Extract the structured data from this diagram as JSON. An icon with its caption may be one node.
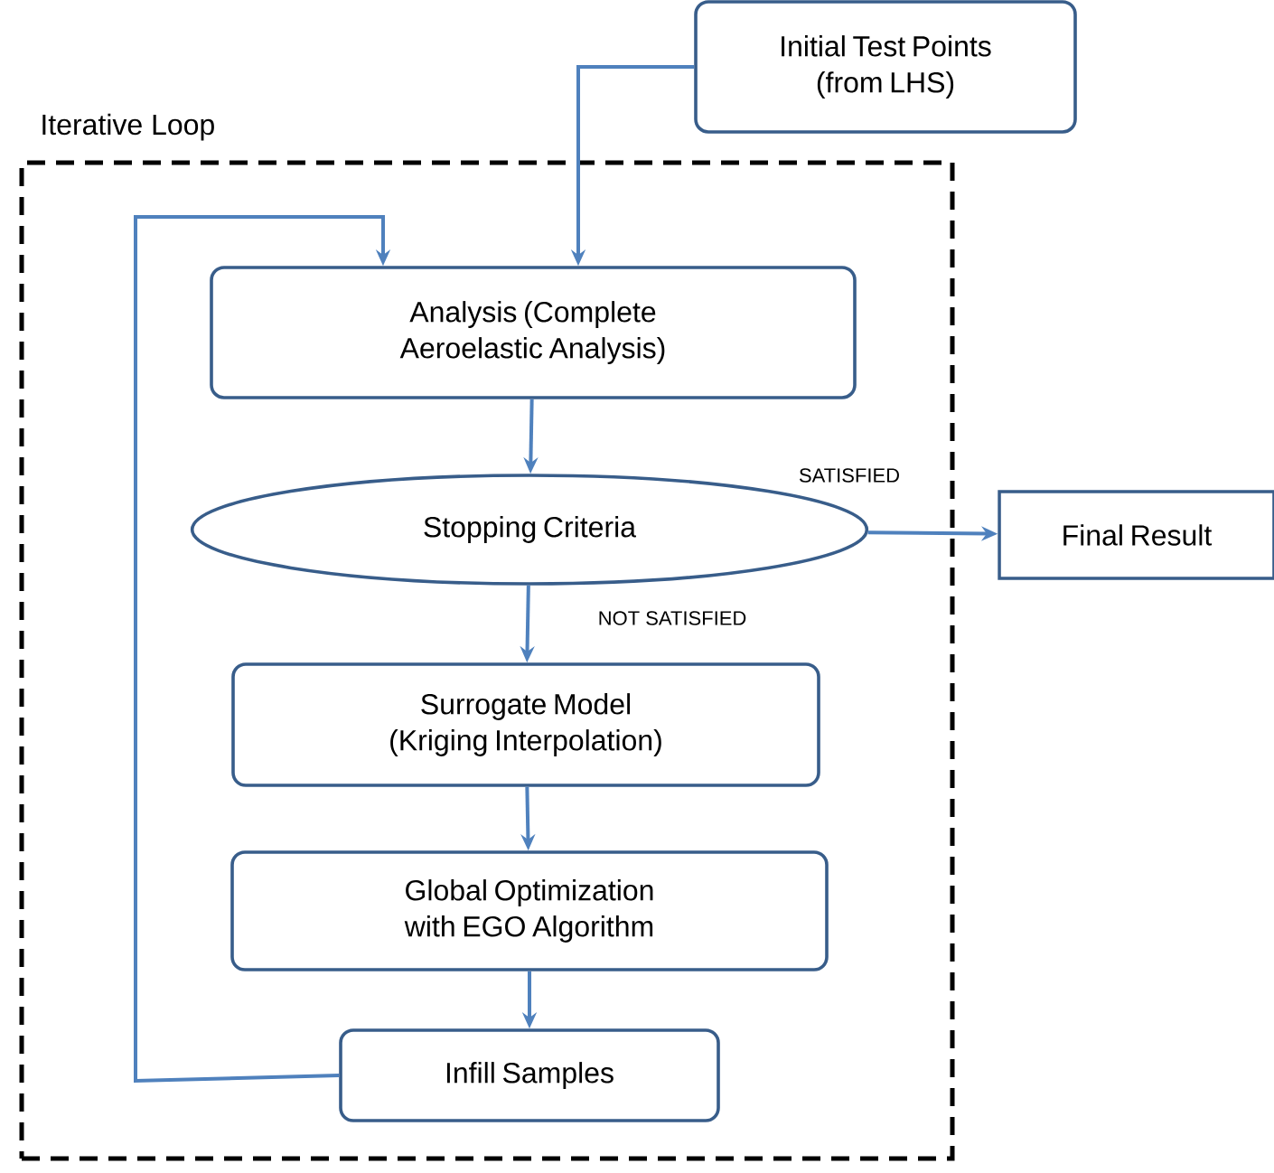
{
  "diagram": {
    "nodes": [
      {
        "text": [
          "Initial Test Points (from LHS)"
        ]
      },
      {
        "text": [
          "Iterative Loop"
        ]
      },
      {
        "text": [
          "Analysis (Complete Aeroelastic Analysis)"
        ],
        "in": 1
      },
      {
        "text": [
          "Stopping Criteria"
        ],
        "in": 1
      },
      {
        "text": [
          "Final Result"
        ]
      },
      {
        "text": [
          "Surrogate Model (Kriging Interpolation)"
        ],
        "in": 1
      },
      {
        "text": [
          "Global Optimization with EGO Algorithm"
        ],
        "in": 1
      },
      {
        "text": [
          "Infill Samples"
        ],
        "in": 1
      }
    ],
    "edges": [
      {
        "from": 0,
        "to": 2,
        "arrow": "to"
      },
      {
        "from": 2,
        "to": 3,
        "arrow": "to"
      },
      {
        "from": 3,
        "to": 4,
        "arrow": "to",
        "label": "SATISFIED"
      },
      {
        "from": 3,
        "to": 5,
        "arrow": "to",
        "label": "NOT SATISFIED"
      },
      {
        "from": 5,
        "to": 6,
        "arrow": "to"
      },
      {
        "from": 6,
        "to": 7,
        "arrow": "to"
      },
      {
        "from": 7,
        "to": 2,
        "arrow": "to"
      }
    ]
  }
}
